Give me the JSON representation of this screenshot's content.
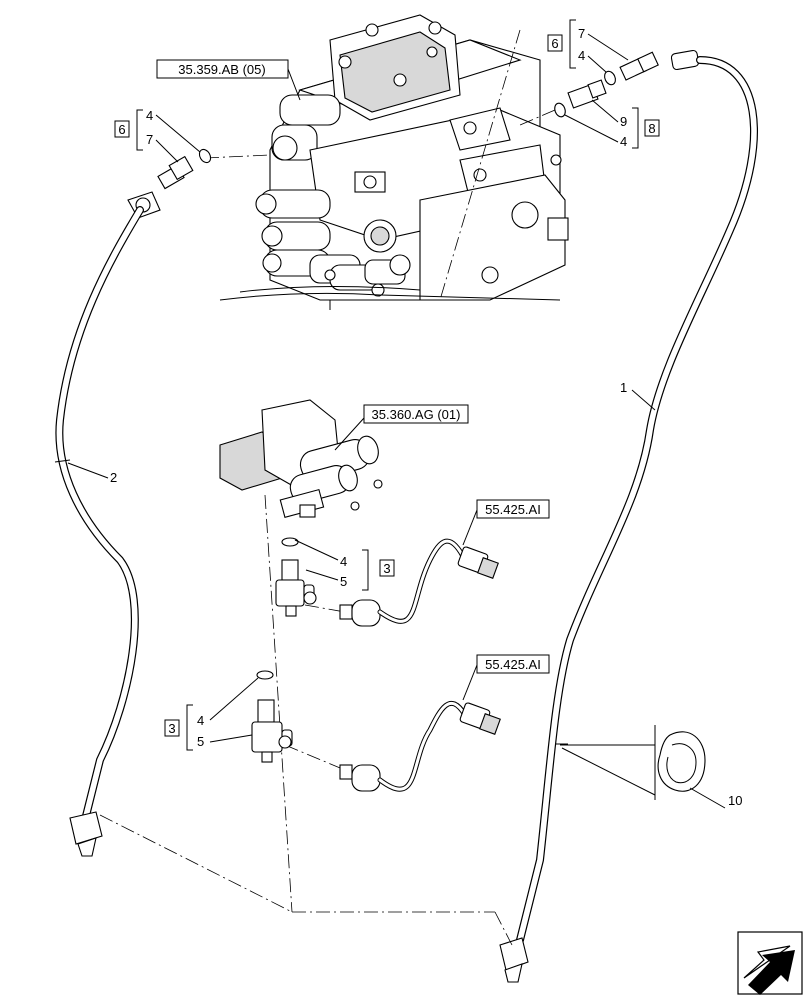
{
  "references": {
    "valve_block": "35.359.AB (05)",
    "solenoid_block": "35.360.AG (01)",
    "sensor_upper": "55.425.AI",
    "sensor_lower": "55.425.AI"
  },
  "callouts": {
    "hose_right": "1",
    "hose_left": "2",
    "clip": "10"
  },
  "groups": {
    "top_right_kit": {
      "box": "6",
      "items": [
        "7",
        "4"
      ]
    },
    "top_left_kit": {
      "box": "6",
      "items": [
        "4",
        "7"
      ]
    },
    "upper_right_kit": {
      "box": "8",
      "items": [
        "9",
        "4"
      ]
    },
    "mid_kit": {
      "box": "3",
      "items": [
        "4",
        "5"
      ]
    },
    "lower_kit": {
      "box": "3",
      "items": [
        "4",
        "5"
      ]
    }
  },
  "icons": {
    "nav": "back-arrow-icon"
  }
}
